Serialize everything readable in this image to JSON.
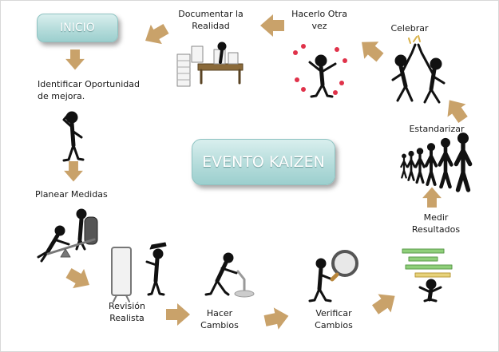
{
  "title": "EVENTO KAIZEN",
  "start": "INICIO",
  "steps": {
    "identificar": [
      "Identificar Oportunidad",
      "de mejora."
    ],
    "planear": "Planear Medidas",
    "revision": [
      "Revisión",
      "Realista"
    ],
    "hacer": [
      "Hacer",
      "Cambios"
    ],
    "verificar": [
      "Verificar",
      "Cambios"
    ],
    "medir": [
      "Medir",
      "Resultados"
    ],
    "estandarizar": "Estandarizar",
    "celebrar": "Celebrar",
    "hacerlo_otra_vez": [
      "Hacerlo Otra",
      "vez"
    ],
    "documentar": [
      "Documentar la",
      "Realidad"
    ]
  },
  "colors": {
    "arrow": "#c9a26a",
    "pill": "#b5dcdb",
    "figure": "#111111",
    "dots": "#e0324a"
  }
}
